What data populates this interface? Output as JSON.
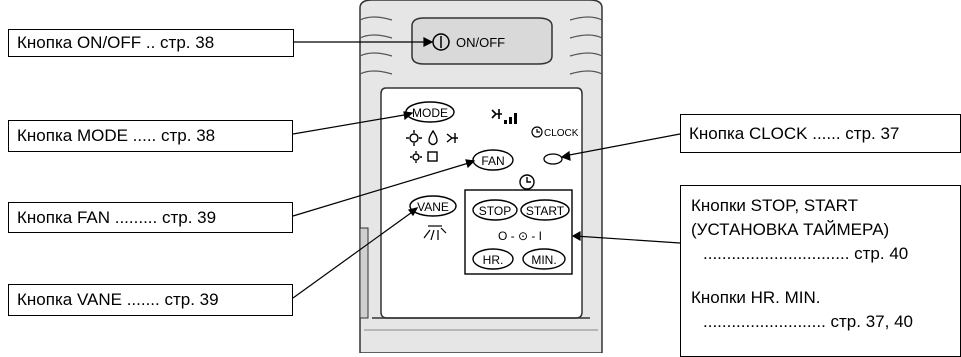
{
  "labels": {
    "onoff": "Кнопка ON/OFF .. стр. 38",
    "mode": "Кнопка MODE ..... стр. 38",
    "fan": "Кнопка FAN ......... стр. 39",
    "vane": "Кнопка VANE ....... стр. 39",
    "clock": "Кнопка CLOCK ...... стр. 37",
    "timer_line1": "Кнопки STOP, START",
    "timer_line2": "(УСТАНОВКА ТАЙМЕРА)",
    "timer_line3": "............................... стр. 40",
    "hrmin_line1": "Кнопки HR. MIN.",
    "hrmin_line2": ".......................... стр. 37, 40"
  },
  "remote": {
    "onoff_text": "ON/OFF",
    "mode_text": "MODE",
    "clock_text": "CLOCK",
    "fan_text": "FAN",
    "vane_text": "VANE",
    "stop_text": "STOP",
    "start_text": "START",
    "hr_text": "HR.",
    "min_text": "MIN.",
    "timer_symbols": "O - ⊙ - I"
  }
}
